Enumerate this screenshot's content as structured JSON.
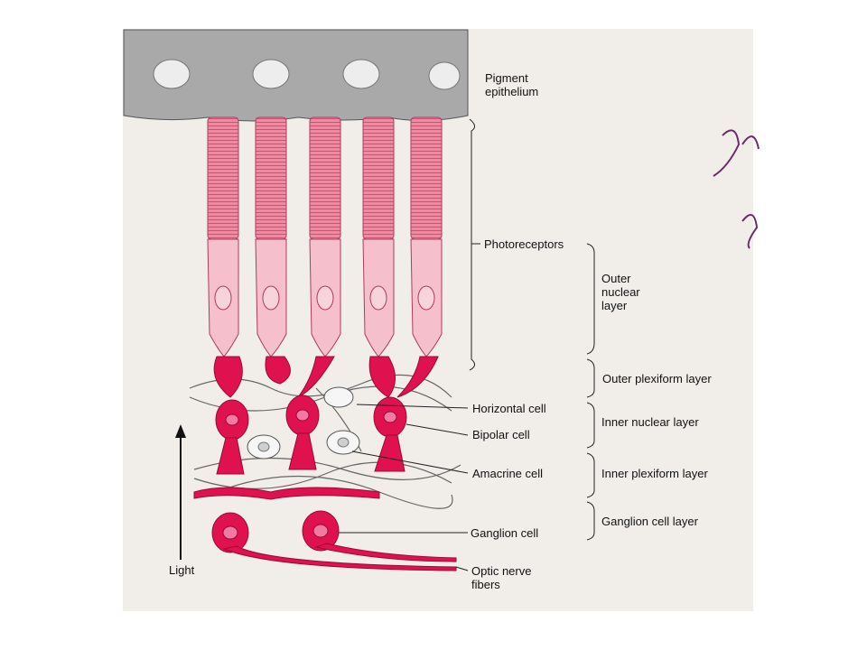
{
  "labels": {
    "pigment_epithelium": "Pigment epithelium",
    "photoreceptors": "Photoreceptors",
    "outer_nuclear_layer": "Outer nuclear layer",
    "outer_plexiform_layer": "Outer plexiform layer",
    "horizontal_cell": "Horizontal cell",
    "inner_nuclear_layer": "Inner nuclear layer",
    "bipolar_cell": "Bipolar cell",
    "amacrine_cell": "Amacrine cell",
    "inner_plexiform_layer": "Inner plexiform layer",
    "ganglion_cell_layer": "Ganglion cell layer",
    "ganglion_cell": "Ganglion cell",
    "optic_nerve_fibers": "Optic nerve fibers",
    "light": "Light"
  },
  "colors": {
    "pigment_layer": "#a9a9a9",
    "photoreceptor_outer": "#e88aa0",
    "photoreceptor_inner": "#f5c0cc",
    "neuron": "#e0114f",
    "highlighter": "#e9f542",
    "paper": "#f1eee9"
  }
}
